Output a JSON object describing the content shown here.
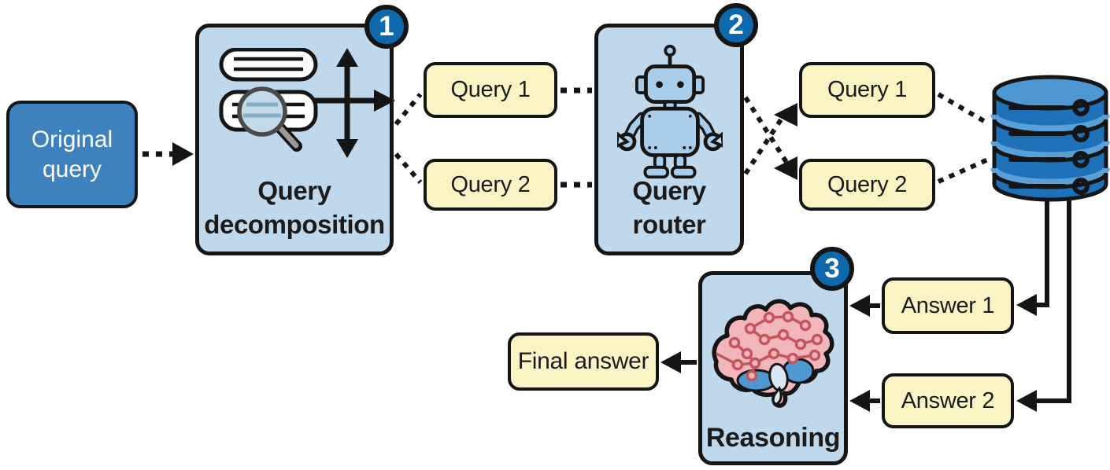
{
  "nodes": {
    "original_query": {
      "label": "Original query"
    },
    "query_decomposition": {
      "label": "Query\ndecomposition",
      "step": "1"
    },
    "query_router": {
      "label": "Query\nrouter",
      "step": "2"
    },
    "reasoning": {
      "label": "Reasoning",
      "step": "3"
    },
    "subqueries_out": [
      {
        "label": "Query 1"
      },
      {
        "label": "Query 2"
      }
    ],
    "subqueries_routed": [
      {
        "label": "Query 1"
      },
      {
        "label": "Query 2"
      }
    ],
    "answers": [
      {
        "label": "Answer 1"
      },
      {
        "label": "Answer 2"
      }
    ],
    "final_answer": {
      "label": "Final answer"
    }
  },
  "icons": {
    "decomposition": [
      "query-list-icon",
      "magnifier-icon",
      "move-arrows-icon"
    ],
    "router": "robot-icon",
    "reasoning": "brain-icon",
    "datastore": "database-icon"
  },
  "colors": {
    "primary_node_fill": "#3d82bf",
    "panel_fill": "#bfd8ec",
    "note_fill": "#faf4c5",
    "badge_fill": "#0d68ac",
    "outline": "#151515",
    "database_fill": "#1e71b8",
    "database_top_fill": "#4d97d2",
    "brain_fill": "#f2b5b9",
    "circuit_red": "#c4555e",
    "text": "#1b1b1b"
  }
}
